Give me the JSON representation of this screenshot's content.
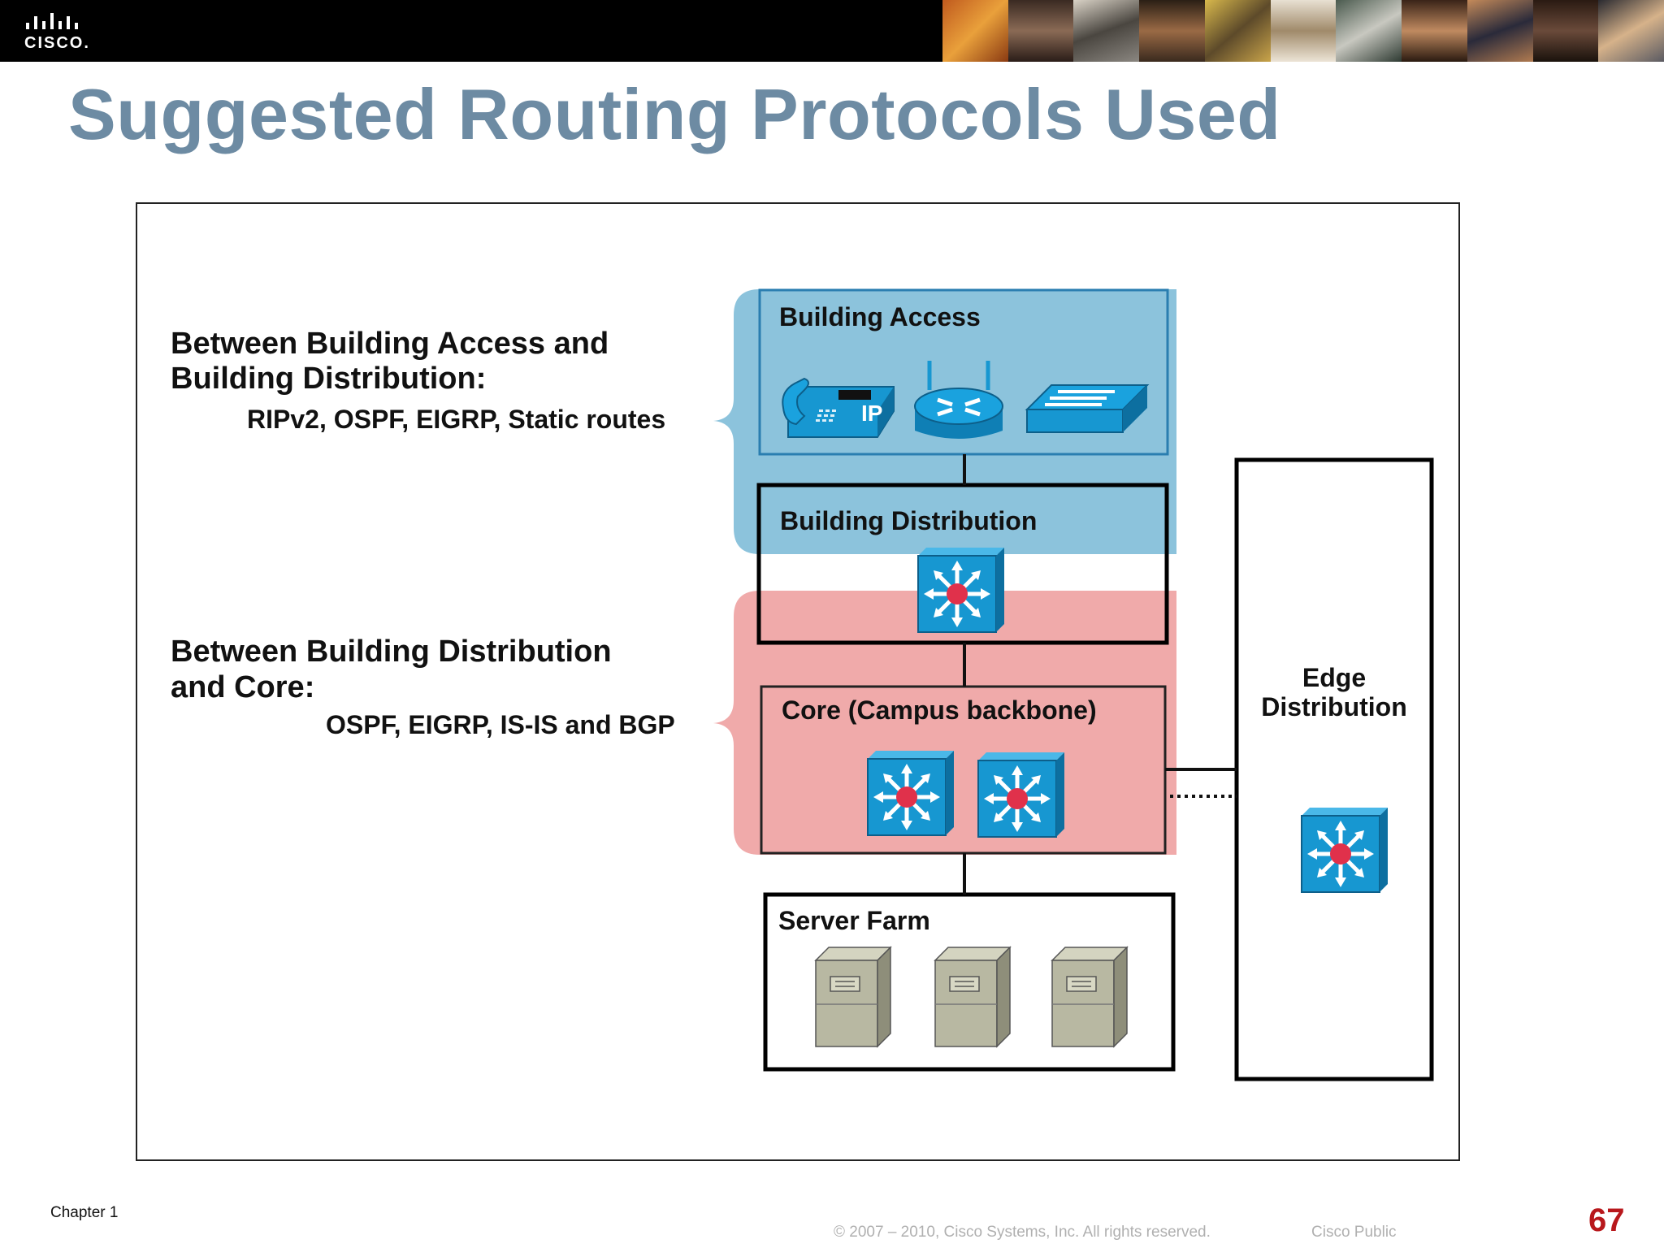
{
  "header": {
    "logo_text": "CISCO."
  },
  "title": "Suggested Routing Protocols Used",
  "diagram": {
    "left_group_1": {
      "heading_line1": "Between Building Access and",
      "heading_line2": "Building Distribution:",
      "protocols": "RIPv2, OSPF, EIGRP, Static routes"
    },
    "left_group_2": {
      "heading_line1": "Between Building Distribution",
      "heading_line2": "and Core:",
      "protocols": "OSPF, EIGRP, IS-IS and BGP"
    },
    "building_access": {
      "label": "Building Access",
      "phone_badge": "IP"
    },
    "building_distribution": {
      "label": "Building Distribution"
    },
    "core": {
      "label": "Core (Campus backbone)"
    },
    "server_farm": {
      "label": "Server Farm"
    },
    "edge_distribution": {
      "label_line1": "Edge",
      "label_line2": "Distribution"
    },
    "colors": {
      "access_zone": "#8cc3dc",
      "core_zone": "#f0aaaa",
      "device_blue": "#1797d1",
      "device_red": "#e0314b",
      "server_gray": "#b8b8a2"
    }
  },
  "footer": {
    "chapter": "Chapter 1",
    "copyright": "© 2007 – 2010, Cisco Systems, Inc. All rights reserved.",
    "classification": "Cisco Public",
    "page_number": "67"
  }
}
